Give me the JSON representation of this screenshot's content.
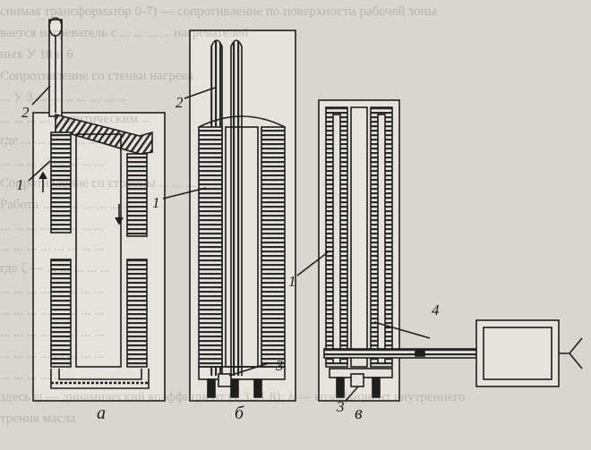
{
  "background_text": [
    "снимая  трансформатор  0-7)  —  сопротивление  по  поверхности  рабочей  зоны",
    "вается  нагреватель  с  ...  ...  ...  ...  нагревателей",
    "ных  У  18  и  6",
    "Сопротивление  со  стенки  нагрева",
    "...  У 3  ...  ...  ...  ...  ...  ...  ...",
    "...  ...  ...  ...  с  критическим  ...",
    "где  ...  ...  ...  ...  ...  ...  ...",
    "...  ...  ...  ...  ...  ...  ...  ...",
    "Сопротивление  со  стороны  ...  ...  ...",
    "Работа  ...  ...  ...  ...  ...  ...  ...",
    "...  ...  ...  ...  ...  ...  ...  ...",
    "...  ...  ...  ...  ...  ...  ...  ...",
    "где  ζ  —  ...  ...  ...  ...  ...",
    "...  ...  ...  ...  ...  ...  ...  ...",
    "...  ...  ...  ...  ...  ...  ...  ...",
    "...  ...  ...  ...  ...  ...  ...  ...",
    "...  ...  ...  ...  ...  ...  ...  ...",
    "...  ...  ...  ...  ...  ...  ...  ...",
    "здесь  ψ  —  динамический  коэффициент  (1,3...1,8);  λ  —  коэффициент  внутреннего",
    "трения  масла"
  ],
  "labels": {
    "a_2": "2",
    "a_1": "1",
    "a_caption": "а",
    "b_2": "2",
    "b_1": "1",
    "b_3": "3",
    "b_caption": "б",
    "v_1": "1",
    "v_4": "4",
    "v_3": "3",
    "v_caption": "в"
  },
  "colors": {
    "ink": "#1e1e1e",
    "paper": "#e6e3dc",
    "hatch": "#3a3a3a"
  }
}
